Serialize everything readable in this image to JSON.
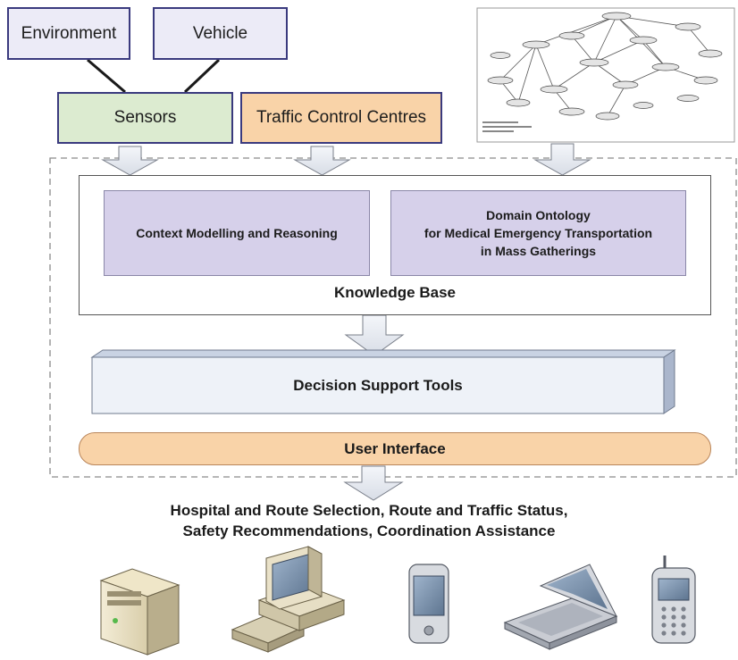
{
  "sources": {
    "environment": "Environment",
    "vehicle": "Vehicle",
    "sensors": "Sensors",
    "traffic_control": "Traffic Control Centres"
  },
  "knowledge_base": {
    "label": "Knowledge Base",
    "context_module": "Context Modelling and Reasoning",
    "ontology_lines": [
      "Domain Ontology",
      "for Medical Emergency Transportation",
      "in Mass Gatherings"
    ]
  },
  "decision_support": "Decision Support Tools",
  "user_interface": "User Interface",
  "outputs_lines": [
    "Hospital and Route Selection, Route and Traffic Status,",
    "Safety Recommendations, Coordination Assistance"
  ],
  "devices": [
    "server-icon",
    "desktop-computer-icon",
    "pda-icon",
    "laptop-icon",
    "mobile-phone-icon"
  ],
  "colors": {
    "source_fill": "#ecebf7",
    "sensors_fill": "#dcebd0",
    "traffic_fill": "#f9d3a8",
    "module_fill": "#d6d0ea",
    "tools_fill": "#eef2f8",
    "ui_fill": "#f9d3a8",
    "border": "#3a3a7e"
  }
}
